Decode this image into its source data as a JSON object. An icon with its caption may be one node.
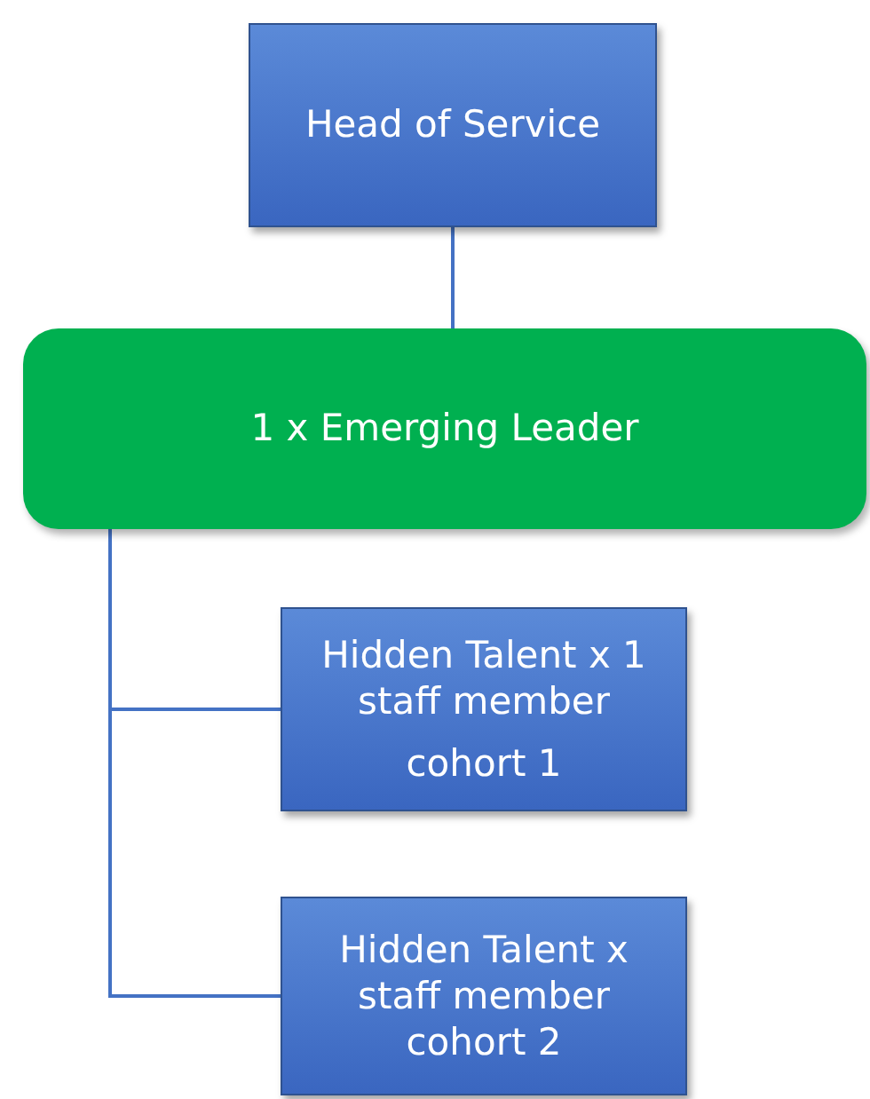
{
  "diagram": {
    "nodes": [
      {
        "text": [
          "Head of Service"
        ]
      },
      {
        "text": [
          "1 x Emerging Leader"
        ]
      },
      {
        "text": [
          "Hidden Talent x 1 staff member",
          "cohort 1"
        ]
      },
      {
        "text": [
          "Hidden Talent x staff member cohort 2"
        ]
      }
    ],
    "edges": [
      {
        "from": 0,
        "to": 1,
        "arrow": "none"
      },
      {
        "from": 1,
        "to": 2,
        "arrow": "none"
      },
      {
        "from": 1,
        "to": 3,
        "arrow": "none"
      }
    ]
  }
}
